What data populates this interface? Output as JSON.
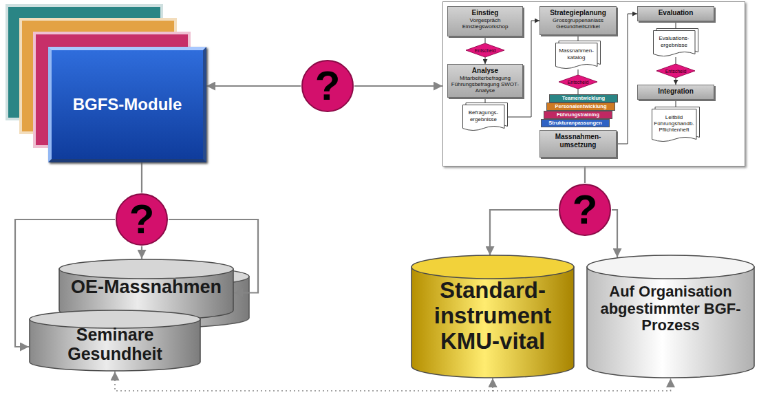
{
  "diagram": {
    "nodes": [
      {
        "text": [
          "BGFS-Module"
        ]
      },
      {
        "text": [
          "?"
        ]
      },
      {
        "text": []
      },
      {
        "text": [
          "Einstieg",
          "Vorgespräch Einstiegsworkshop"
        ],
        "in": 2
      },
      {
        "text": [
          "Entscheid"
        ],
        "in": 2
      },
      {
        "text": [
          "Analyse",
          "Mitarbeiterbefragung Führungsbefragung SWOT-Analyse"
        ],
        "in": 2
      },
      {
        "text": [
          "Befragungs- ergebnisse"
        ],
        "in": 2
      },
      {
        "text": [
          "Strategieplanung",
          "Grossgruppenanlass Gesundheitszirkel"
        ],
        "in": 2
      },
      {
        "text": [
          "Massnahmen- katalog"
        ],
        "in": 2
      },
      {
        "text": [
          "Entscheid"
        ],
        "in": 2
      },
      {
        "text": [
          "Teamentwicklung"
        ],
        "in": 2
      },
      {
        "text": [
          "Personalentwicklung"
        ],
        "in": 2
      },
      {
        "text": [
          "Führungstraining"
        ],
        "in": 2
      },
      {
        "text": [
          "Strukturanpassungen"
        ],
        "in": 2
      },
      {
        "text": [
          "Massnahmen- umsetzung"
        ],
        "in": 2
      },
      {
        "text": [
          "Evaluation"
        ],
        "in": 2
      },
      {
        "text": [
          "Evaluations- ergebnisse"
        ],
        "in": 2
      },
      {
        "text": [
          "Entscheid"
        ],
        "in": 2
      },
      {
        "text": [
          "Integration"
        ],
        "in": 2
      },
      {
        "text": [
          "Leitbild Führungshandb. Pflichtenheft"
        ],
        "in": 2
      },
      {
        "text": [
          "?"
        ]
      },
      {
        "text": [
          "OE-Massnahmen"
        ]
      },
      {
        "text": [
          "Seminare Gesundheit"
        ]
      },
      {
        "text": [
          "?"
        ]
      },
      {
        "text": [
          "Standard- instrument KMU-vital"
        ]
      },
      {
        "text": [
          "Auf Organisation abgestimmter BGF-Prozess"
        ]
      }
    ],
    "edges": [
      {
        "from": 1,
        "to": 0,
        "arrow": "to"
      },
      {
        "from": 1,
        "to": 2,
        "arrow": "to"
      },
      {
        "from": 0,
        "to": 20,
        "arrow": "none"
      },
      {
        "from": 20,
        "to": 21,
        "arrow": "to"
      },
      {
        "from": 20,
        "to": 22,
        "arrow": "to"
      },
      {
        "from": 20,
        "to": 21,
        "arrow": "to"
      },
      {
        "from": 2,
        "to": 23,
        "arrow": "none"
      },
      {
        "from": 23,
        "to": 24,
        "arrow": "to"
      },
      {
        "from": 23,
        "to": 25,
        "arrow": "to"
      },
      {
        "from": 22,
        "to": 24,
        "arrow": "both"
      },
      {
        "from": 24,
        "to": 25,
        "arrow": "both"
      },
      {
        "from": 3,
        "to": 4,
        "arrow": "none"
      },
      {
        "from": 4,
        "to": 5,
        "arrow": "to"
      },
      {
        "from": 5,
        "to": 6,
        "arrow": "none"
      },
      {
        "from": 6,
        "to": 7,
        "arrow": "to"
      },
      {
        "from": 7,
        "to": 8,
        "arrow": "none"
      },
      {
        "from": 8,
        "to": 9,
        "arrow": "none"
      },
      {
        "from": 9,
        "to": 10,
        "arrow": "none"
      },
      {
        "from": 14,
        "to": 15,
        "arrow": "to"
      },
      {
        "from": 15,
        "to": 16,
        "arrow": "none"
      },
      {
        "from": 16,
        "to": 17,
        "arrow": "none"
      },
      {
        "from": 17,
        "to": 18,
        "arrow": "to"
      },
      {
        "from": 18,
        "to": 19,
        "arrow": "none"
      }
    ]
  }
}
